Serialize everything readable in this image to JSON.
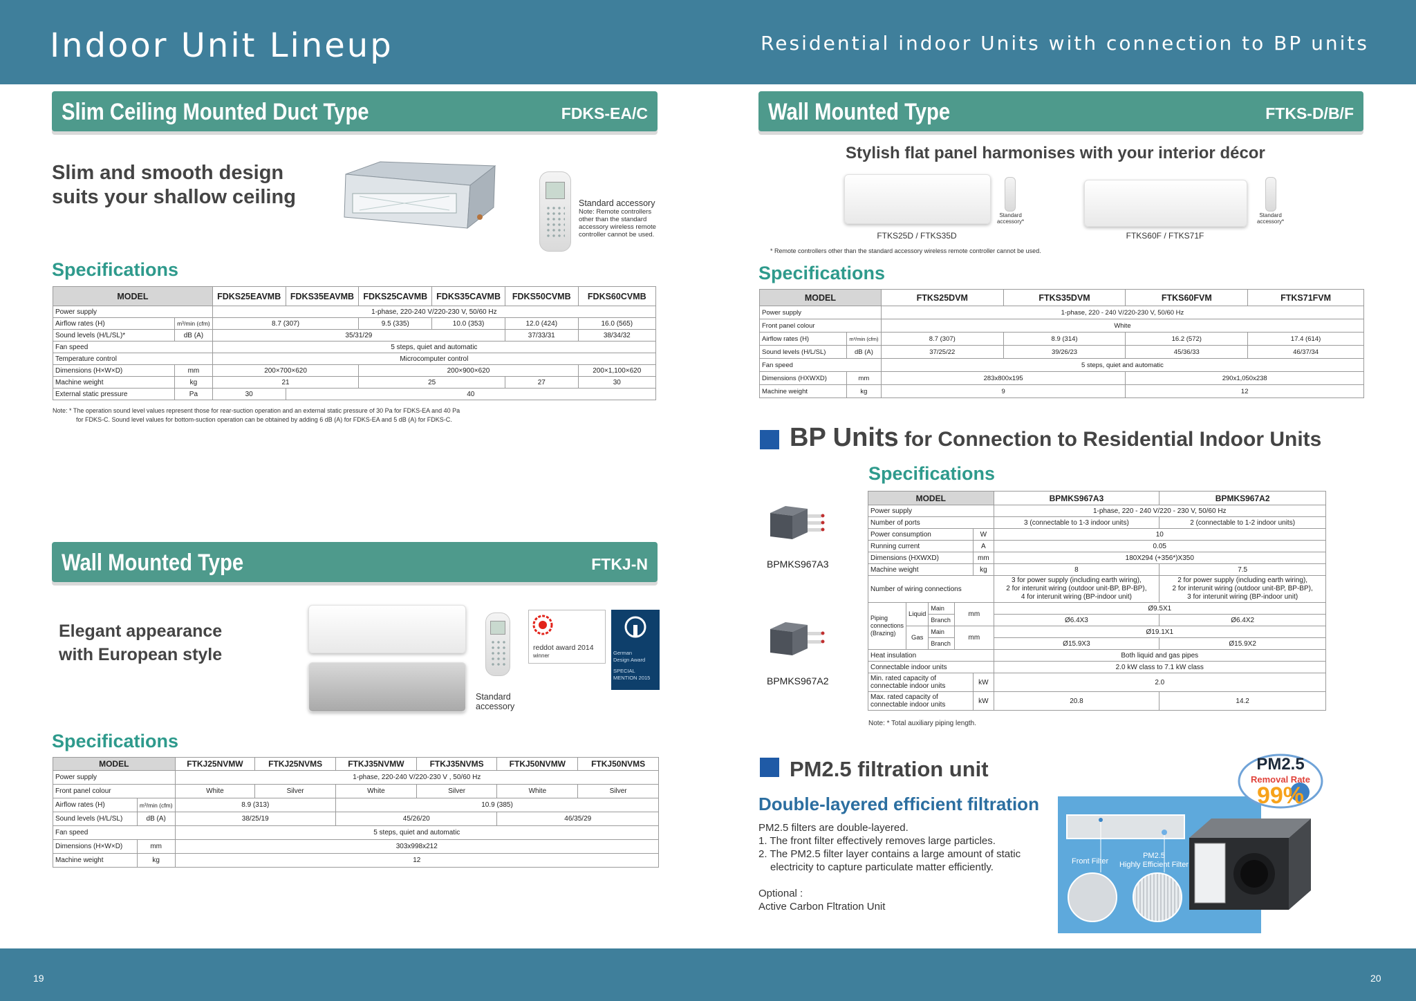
{
  "header": {
    "title": "Indoor Unit Lineup",
    "subtitle": "Residential indoor Units with connection to BP units"
  },
  "footer": {
    "page_left": "19",
    "page_right": "20"
  },
  "fdks": {
    "band_title": "Slim Ceiling Mounted Duct Type",
    "band_code": "FDKS-EA/C",
    "headline_1": "Slim and smooth design",
    "headline_2": "suits your shallow ceiling",
    "accessory_title": "Standard accessory",
    "accessory_note_1": "Note: Remote controllers",
    "accessory_note_2": "other than the standard",
    "accessory_note_3": "accessory wireless remote",
    "accessory_note_4": "controller cannot be used.",
    "spec_heading": "Specifications",
    "table": {
      "model_label": "MODEL",
      "models": [
        "FDKS25EAVMB",
        "FDKS35EAVMB",
        "FDKS25CAVMB",
        "FDKS35CAVMB",
        "FDKS50CVMB",
        "FDKS60CVMB"
      ],
      "power_supply": {
        "label": "Power supply",
        "value": "1-phase, 220-240 V/220-230 V, 50/60 Hz"
      },
      "airflow": {
        "label": "Airflow rates (H)",
        "unit": "m³/min (cfm)",
        "v1": "8.7 (307)",
        "v2": "9.5 (335)",
        "v3": "10.0 (353)",
        "v4": "12.0 (424)",
        "v5": "16.0 (565)"
      },
      "sound": {
        "label": "Sound levels (H/L/SL)*",
        "unit": "dB (A)",
        "v1": "35/31/29",
        "v2": "37/33/31",
        "v3": "38/34/32"
      },
      "fan_speed": {
        "label": "Fan speed",
        "value": "5 steps, quiet and automatic"
      },
      "temp_control": {
        "label": "Temperature control",
        "value": "Microcomputer control"
      },
      "dimensions": {
        "label": "Dimensions (H×W×D)",
        "unit": "mm",
        "v1": "200×700×620",
        "v2": "200×900×620",
        "v3": "200×1,100×620"
      },
      "weight": {
        "label": "Machine weight",
        "unit": "kg",
        "v1": "21",
        "v2": "25",
        "v3": "27",
        "v4": "30"
      },
      "esp": {
        "label": "External static pressure",
        "unit": "Pa",
        "v1": "30",
        "v2": "40"
      }
    },
    "note_1": "Note: * The operation sound level values represent those for rear-suction operation and an external static pressure of 30 Pa for FDKS-EA and 40 Pa",
    "note_2": "for FDKS-C. Sound level values for bottom-suction operation can be obtained by adding 6 dB (A) for FDKS-EA and 5 dB (A) for FDKS-C."
  },
  "ftkj": {
    "band_title": "Wall Mounted Type",
    "band_code": "FTKJ-N",
    "headline_1": "Elegant appearance",
    "headline_2": "with European style",
    "accessory_1": "Standard",
    "accessory_2": "accessory",
    "award_red_1": "reddot award 2014",
    "award_red_2": "winner",
    "award_blue_1": "German",
    "award_blue_2": "Design Award",
    "award_blue_3": "SPECIAL",
    "award_blue_4": "MENTION 2015",
    "spec_heading": "Specifications",
    "table": {
      "model_label": "MODEL",
      "models": [
        "FTKJ25NVMW",
        "FTKJ25NVMS",
        "FTKJ35NVMW",
        "FTKJ35NVMS",
        "FTKJ50NVMW",
        "FTKJ50NVMS"
      ],
      "power_supply": {
        "label": "Power supply",
        "value": "1-phase, 220-240 V/220-230 V , 50/60 Hz"
      },
      "panel": {
        "label": "Front panel colour",
        "values": [
          "White",
          "Silver",
          "White",
          "Silver",
          "White",
          "Silver"
        ]
      },
      "airflow": {
        "label": "Airflow rates (H)",
        "unit": "m³/min (cfm)",
        "v1": "8.9 (313)",
        "v2": "10.9 (385)"
      },
      "sound": {
        "label": "Sound levels (H/L/SL)",
        "unit": "dB (A)",
        "v1": "38/25/19",
        "v2": "45/26/20",
        "v3": "46/35/29"
      },
      "fan_speed": {
        "label": "Fan speed",
        "value": "5 steps, quiet and automatic"
      },
      "dimensions": {
        "label": "Dimensions (H×W×D)",
        "unit": "mm",
        "value": "303x998x212"
      },
      "weight": {
        "label": "Machine weight",
        "unit": "kg",
        "value": "12"
      }
    }
  },
  "ftks": {
    "band_title": "Wall Mounted Type",
    "band_code": "FTKS-D/B/F",
    "headline": "Stylish flat panel harmonises with your interior décor",
    "accessory_1": "Standard",
    "accessory_2": "accessory*",
    "caption_1": "FTKS25D / FTKS35D",
    "caption_2": "FTKS60F / FTKS71F",
    "remote_note": "* Remote controllers other than the standard accessory wireless remote controller cannot be used.",
    "spec_heading": "Specifications",
    "table": {
      "model_label": "MODEL",
      "models": [
        "FTKS25DVM",
        "FTKS35DVM",
        "FTKS60FVM",
        "FTKS71FVM"
      ],
      "power_supply": {
        "label": "Power supply",
        "value": "1-phase, 220 - 240 V/220-230 V, 50/60 Hz"
      },
      "panel": {
        "label": "Front panel colour",
        "value": "White"
      },
      "airflow": {
        "label": "Airflow rates (H)",
        "unit": "m³/min (cfm)",
        "values": [
          "8.7 (307)",
          "8.9 (314)",
          "16.2 (572)",
          "17.4 (614)"
        ]
      },
      "sound": {
        "label": "Sound levels (H/L/SL)",
        "unit": "dB (A)",
        "values": [
          "37/25/22",
          "39/26/23",
          "45/36/33",
          "46/37/34"
        ]
      },
      "fan_speed": {
        "label": "Fan speed",
        "value": "5 steps, quiet and automatic"
      },
      "dimensions": {
        "label": "Dimensions (HXWXD)",
        "unit": "mm",
        "v1": "283x800x195",
        "v2": "290x1,050x238"
      },
      "weight": {
        "label": "Machine weight",
        "unit": "kg",
        "v1": "9",
        "v2": "12"
      }
    }
  },
  "bp": {
    "title_big": "BP Units",
    "title_small": " for Connection to Residential Indoor Units",
    "spec_heading": "Specifications",
    "caption_1": "BPMKS967A3",
    "caption_2": "BPMKS967A2",
    "table": {
      "model_label": "MODEL",
      "models": [
        "BPMKS967A3",
        "BPMKS967A2"
      ],
      "power_supply": {
        "label": "Power supply",
        "value": "1-phase, 220 - 240 V/220 - 230 V, 50/60 Hz"
      },
      "ports": {
        "label": "Number of ports",
        "v1": "3 (connectable to 1-3 indoor units)",
        "v2": "2 (connectable to 1-2 indoor units)"
      },
      "power": {
        "label": "Power consumption",
        "unit": "W",
        "value": "10"
      },
      "current": {
        "label": "Running current",
        "unit": "A",
        "value": "0.05"
      },
      "dimensions": {
        "label": "Dimensions (HXWXD)",
        "unit": "mm",
        "value": "180X294 (+356*)X350"
      },
      "weight": {
        "label": "Machine weight",
        "unit": "kg",
        "v1": "8",
        "v2": "7.5"
      },
      "wiring": {
        "label": "Number of wiring connections",
        "a3_1": "3 for power supply (including earth wiring),",
        "a3_2": "2 for interunit wiring (outdoor unit-BP, BP-BP),",
        "a3_3": "4 for interunit wiring (BP-indoor unit)",
        "a2_1": "2 for power supply (including earth wiring),",
        "a2_2": "2 for interunit wiring (outdoor unit-BP, BP-BP),",
        "a2_3": "3 for interunit wiring (BP-indoor unit)"
      },
      "piping": {
        "label_1": "Piping",
        "label_2": "connections",
        "label_3": "(Brazing)",
        "liquid": "Liquid",
        "gas": "Gas",
        "main": "Main",
        "branch": "Branch",
        "unit": "mm",
        "liquid_main": "Ø9.5X1",
        "liquid_branch_a3": "Ø6.4X3",
        "liquid_branch_a2": "Ø6.4X2",
        "gas_main": "Ø19.1X1",
        "gas_branch_a3": "Ø15.9X3",
        "gas_branch_a2": "Ø15.9X2"
      },
      "insulation": {
        "label": "Heat insulation",
        "value": "Both liquid and gas pipes"
      },
      "connectable": {
        "label": "Connectable indoor units",
        "value": "2.0 kW class to 7.1 kW class"
      },
      "min_cap": {
        "label_1": "Min. rated capacity of",
        "label_2": "connectable indoor units",
        "unit": "kW",
        "value": "2.0"
      },
      "max_cap": {
        "label_1": "Max. rated capacity of",
        "label_2": "connectable indoor units",
        "unit": "kW",
        "v1": "20.8",
        "v2": "14.2"
      }
    },
    "note": "Note: * Total auxiliary piping length."
  },
  "pm": {
    "title": "PM2.5 filtration unit",
    "subtitle": "Double-layered efficient filtration",
    "line_1": "PM2.5 filters are double-layered.",
    "line_2": "1. The front filter effectively removes large particles.",
    "line_3": "2. The PM2.5 filter layer contains a large amount of static",
    "line_4": "electricity to capture particulate matter efficiently.",
    "optional_1": "Optional :",
    "optional_2": "Active Carbon Fltration Unit",
    "badge_title": "PM2.5",
    "badge_sub": "Removal Rate",
    "badge_pct": "99%",
    "front_filter": "Front Filter",
    "pm_filter_1": "PM2.5",
    "pm_filter_2": "Highly Efficient Filter"
  },
  "colors": {
    "header_blue": "#3f7f9b",
    "band_teal": "#4e9a8c",
    "spec_teal": "#2e9a8c",
    "section_blue": "#1f5aa6",
    "subtitle_blue": "#2b6ea0"
  }
}
